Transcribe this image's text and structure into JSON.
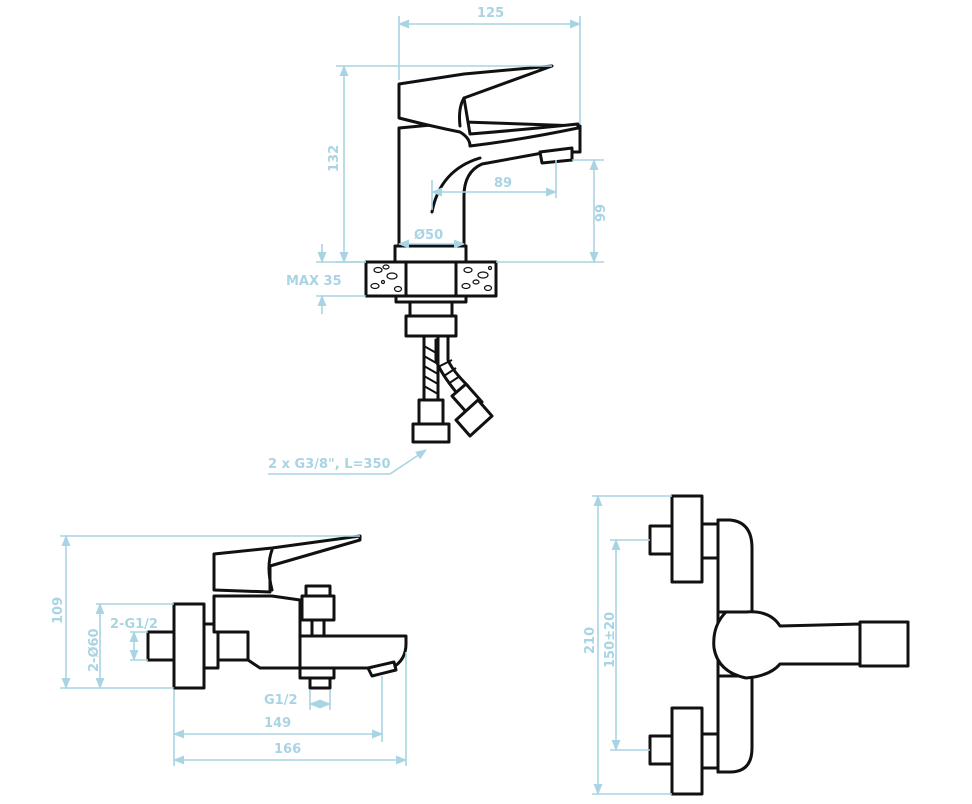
{
  "labels": {
    "top_width": "125",
    "top_height": "132",
    "spout_reach": "89",
    "spout_height": "99",
    "base_diameter": "Ø50",
    "max_thickness": "MAX 35",
    "hoses": "2 x G3/8\", L=350",
    "bath_height": "109",
    "inlet_thread": "2-G1/2",
    "inlet_diameter": "2-Ø60",
    "outlet_thread": "G1/2",
    "reach_149": "149",
    "reach_166": "166",
    "total_height": "210",
    "spacing": "150±20"
  },
  "colors": {
    "line": "#111111",
    "dimension": "#a9d4e3",
    "background": "#ffffff"
  }
}
